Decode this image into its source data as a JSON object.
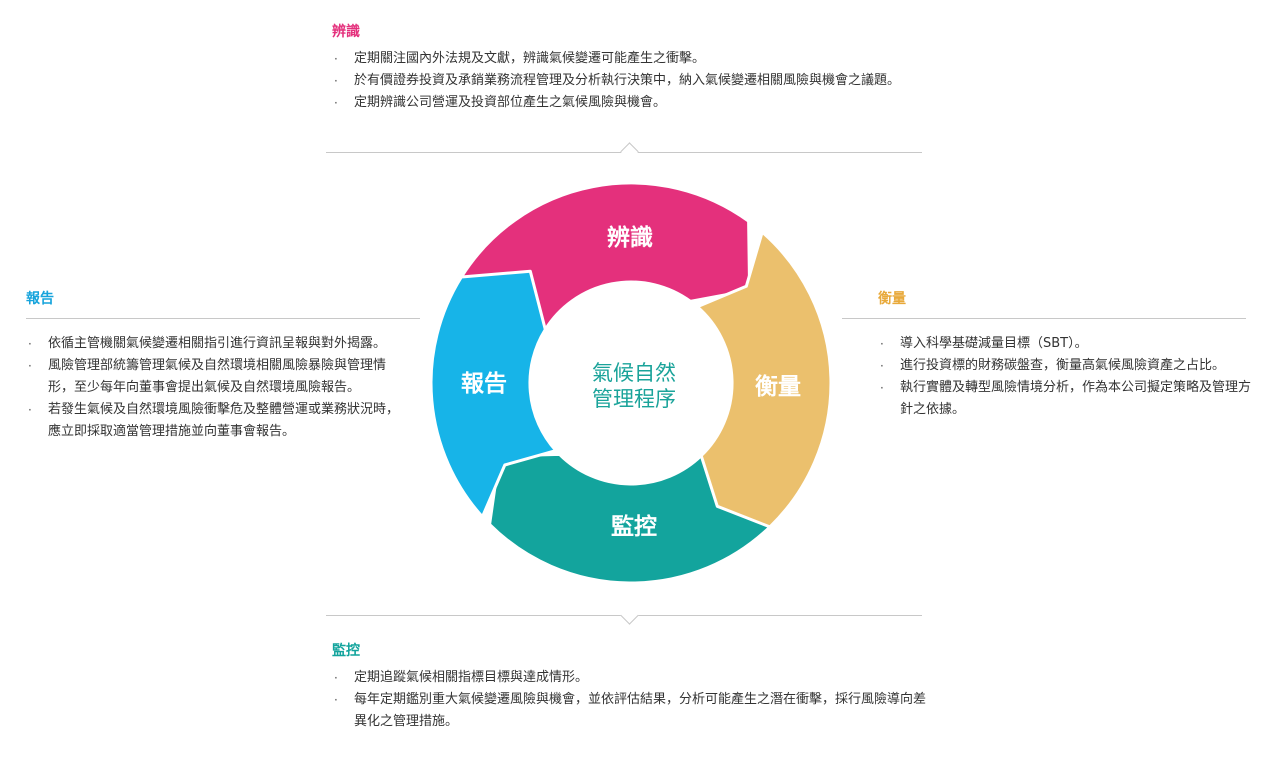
{
  "colors": {
    "identify": "#e4307c",
    "measure": "#ebc06d",
    "monitor": "#13a49d",
    "report": "#17b4e8",
    "center_text": "#1aa39a"
  },
  "cycle": {
    "center_line1": "氣候自然",
    "center_line2": "管理程序",
    "segments": {
      "identify": "辨識",
      "measure": "衡量",
      "monitor": "監控",
      "report": "報告"
    }
  },
  "top_panel": {
    "title": "辨識",
    "items": [
      "定期關注國內外法規及文獻，辨識氣候變遷可能產生之衝擊。",
      "於有價證券投資及承銷業務流程管理及分析執行決策中，納入氣候變遷相關風險與機會之議題。",
      "定期辨識公司營運及投資部位產生之氣候風險與機會。"
    ]
  },
  "right_panel": {
    "title": "衡量",
    "items": [
      "導入科學基礎減量目標（SBT）。",
      "進行投資標的財務碳盤查，衡量高氣候風險資產之占比。",
      "執行實體及轉型風險情境分析，作為本公司擬定策略及管理方針之依據。"
    ]
  },
  "bottom_panel": {
    "title": "監控",
    "items": [
      "定期追蹤氣候相關指標目標與達成情形。",
      "每年定期鑑別重大氣候變遷風險與機會，並依評估結果，分析可能產生之潛在衝擊，採行風險導向差異化之管理措施。"
    ]
  },
  "left_panel": {
    "title": "報告",
    "items": [
      "依循主管機關氣候變遷相關指引進行資訊呈報與對外揭露。",
      "風險管理部統籌管理氣候及自然環境相關風險暴險與管理情形，至少每年向董事會提出氣候及自然環境風險報告。",
      "若發生氣候及自然環境風險衝擊危及整體營運或業務狀況時，應立即採取適當管理措施並向董事會報告。"
    ]
  }
}
